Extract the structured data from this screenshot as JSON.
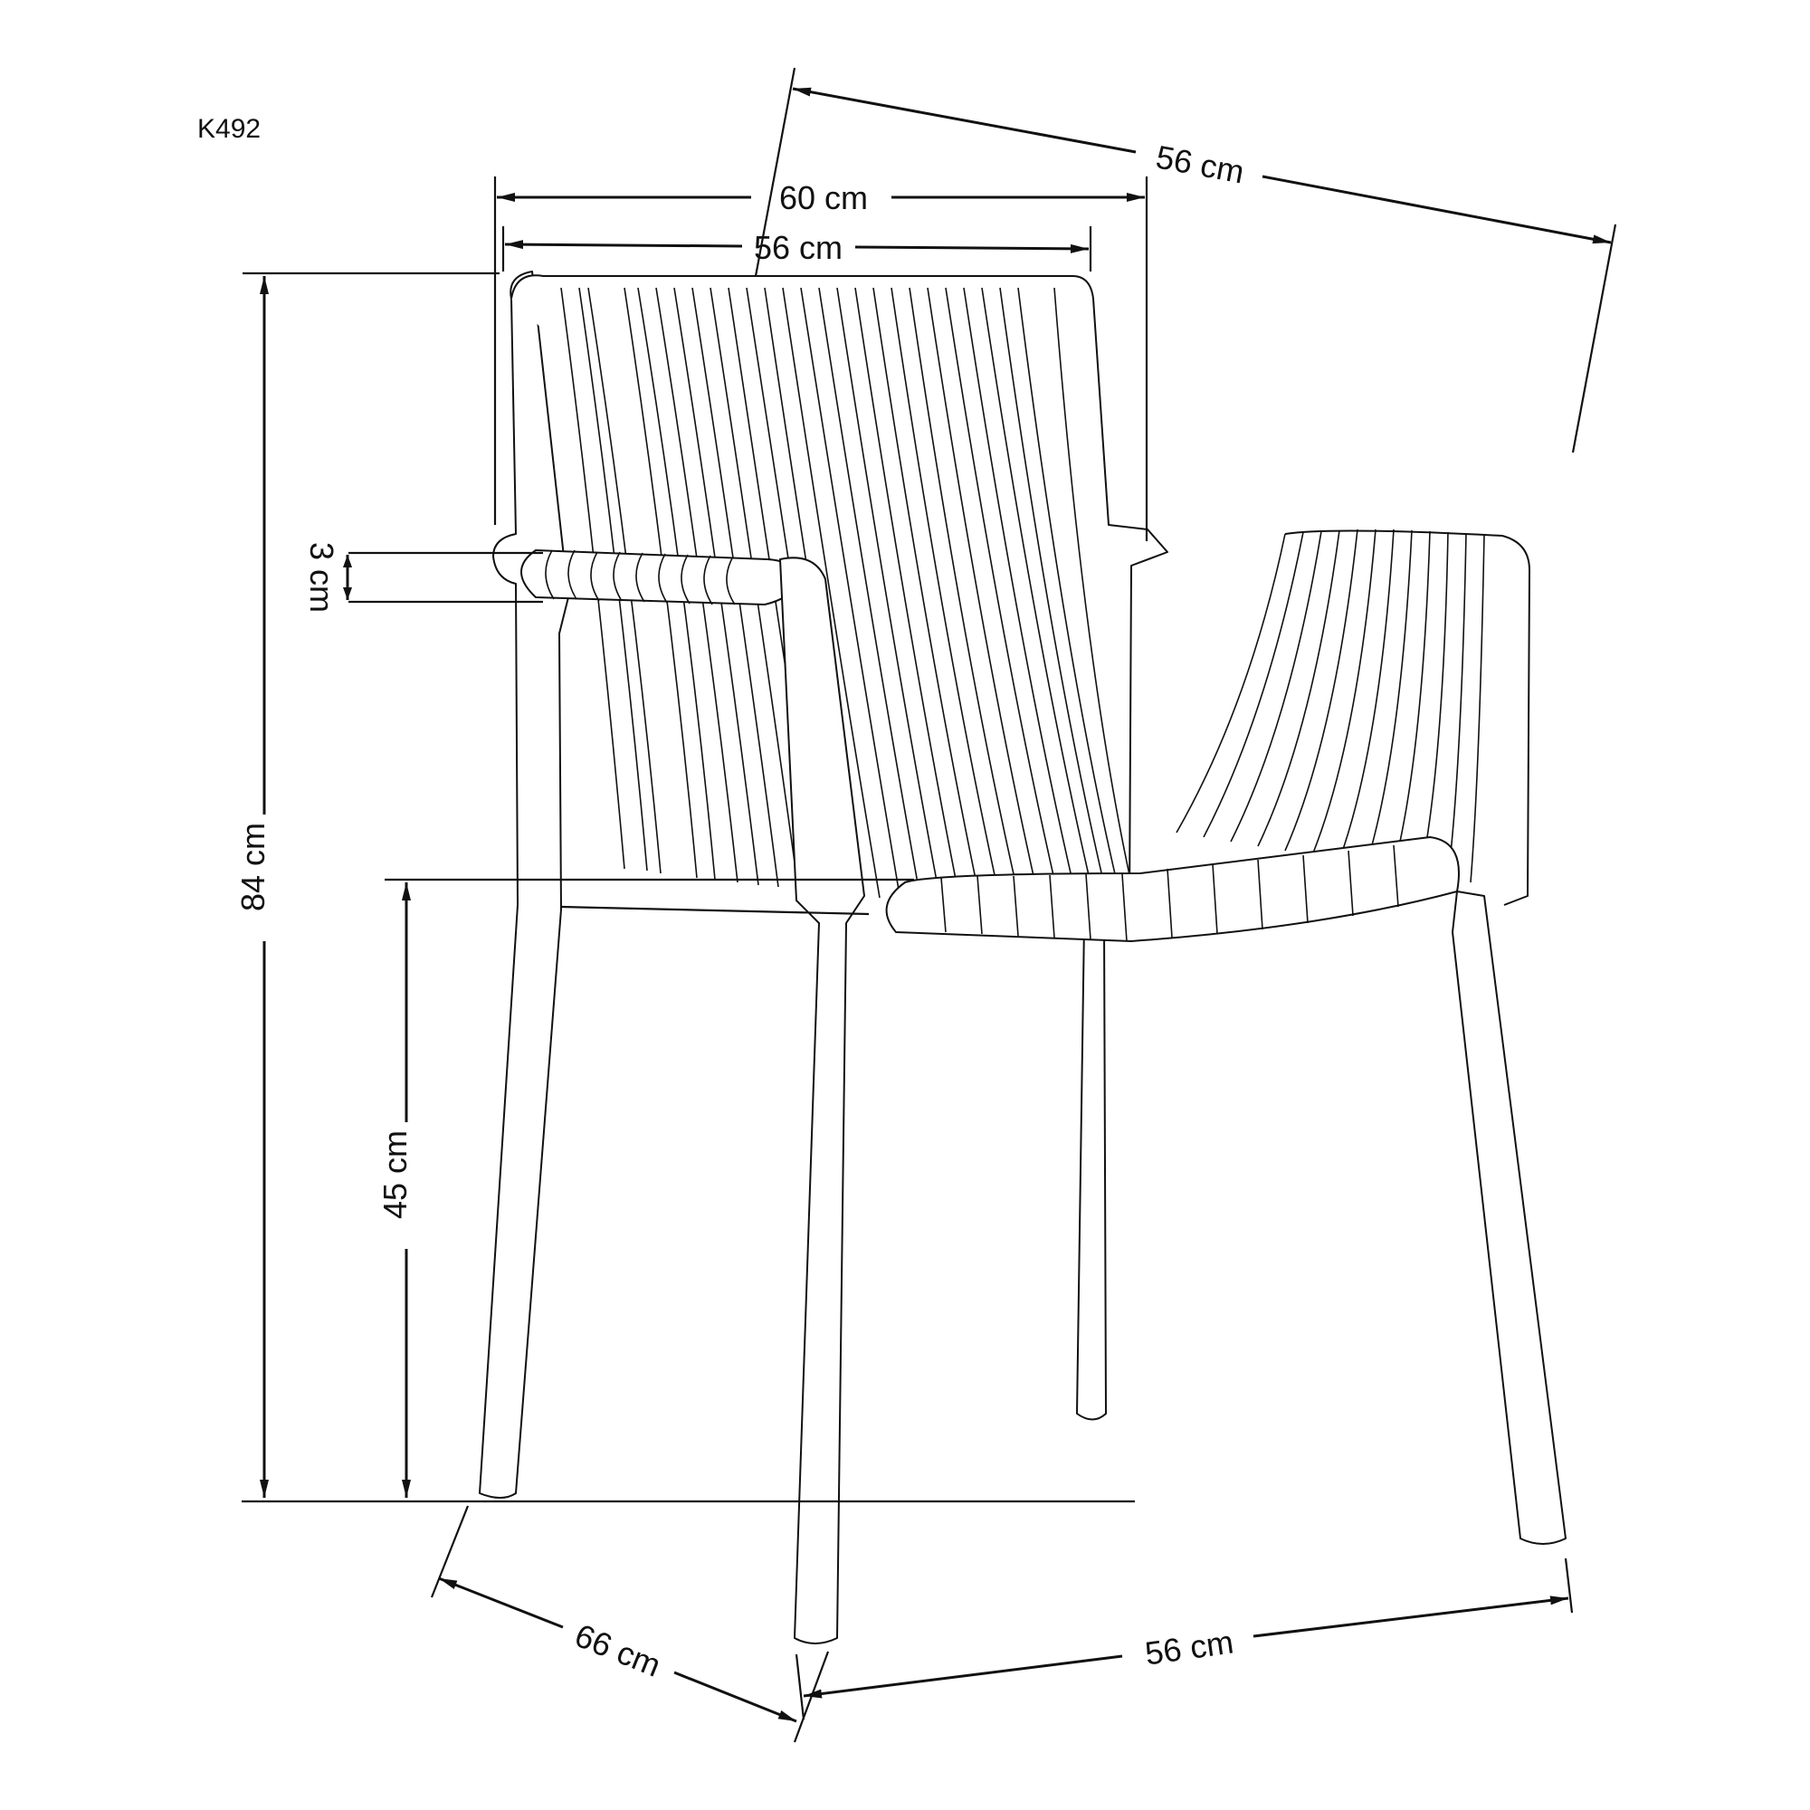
{
  "product": {
    "code": "K492"
  },
  "dimensions": {
    "overall_width": {
      "label": "60 cm",
      "value": 60,
      "unit": "cm"
    },
    "seat_width_top": {
      "label": "56 cm",
      "value": 56,
      "unit": "cm"
    },
    "depth_top": {
      "label": "56 cm",
      "value": 56,
      "unit": "cm"
    },
    "total_height": {
      "label": "84 cm",
      "value": 84,
      "unit": "cm"
    },
    "seat_height": {
      "label": "45 cm",
      "value": 45,
      "unit": "cm"
    },
    "armrest_thickness": {
      "label": "3 cm",
      "value": 3,
      "unit": "cm"
    },
    "leg_depth": {
      "label": "66 cm",
      "value": 66,
      "unit": "cm"
    },
    "leg_width": {
      "label": "56 cm",
      "value": 56,
      "unit": "cm"
    }
  },
  "colors": {
    "line": "#111111",
    "background": "#ffffff"
  }
}
